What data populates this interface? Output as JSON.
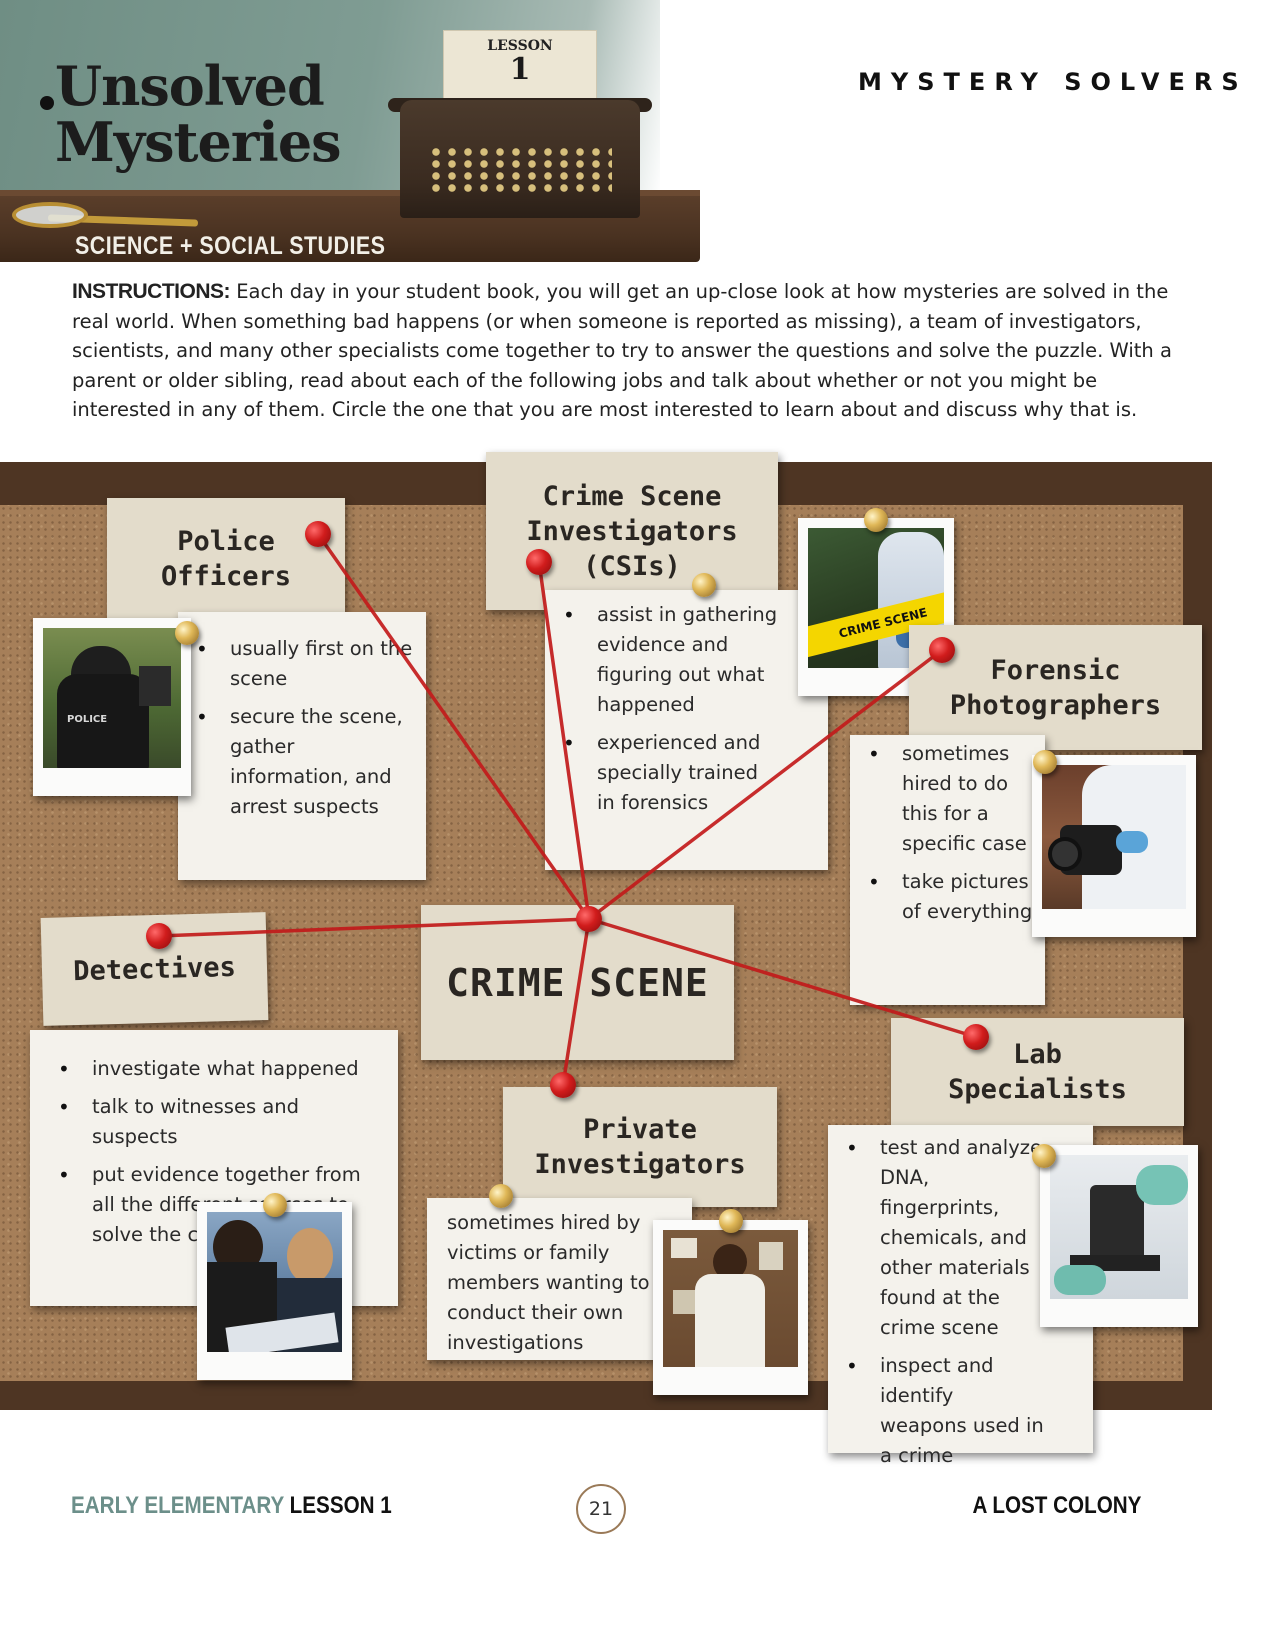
{
  "header": {
    "title_line1": "Unsolved",
    "title_line2": "Mysteries",
    "lesson_label": "LESSON",
    "lesson_number": "1",
    "subject": "SCIENCE + SOCIAL STUDIES",
    "brand": "MYSTERY SOLVERS"
  },
  "instructions": {
    "label": "INSTRUCTIONS:",
    "text": " Each day in your student book, you will get an up-close look at how mysteries are solved in the real world. When something bad happens (or when someone is reported as missing), a team of investigators, scientists, and many other specialists come together to try to answer the questions and solve the puzzle. With a parent or older sibling, read about each of the following jobs and talk about whether or not you might be interested in any of them. Circle the one that you are most interested to learn about and discuss why that is."
  },
  "board": {
    "center": "CRIME SCENE",
    "police": {
      "title_1": "Police",
      "title_2": "Officers",
      "items": [
        "usually first on the scene",
        "secure the scene, gather information, and arrest suspects"
      ]
    },
    "csi": {
      "title_1": "Crime Scene",
      "title_2": "Investigators",
      "title_3": "(CSIs)",
      "items": [
        "assist in gathering evidence and figuring out what happened",
        "experienced and specially trained in forensics"
      ]
    },
    "forensic": {
      "title_1": "Forensic",
      "title_2": "Photographers",
      "items": [
        "sometimes hired to do this for a specific case",
        "take pictures of everything"
      ]
    },
    "detectives": {
      "title": "Detectives",
      "items": [
        "investigate what happened",
        "talk to witnesses and suspects",
        "put evidence together from all the different sources to solve the crime"
      ]
    },
    "private": {
      "title_1": "Private",
      "title_2": "Investigators",
      "text": "sometimes hired by victims or family members wanting to conduct their own investigations"
    },
    "lab": {
      "title_1": "Lab",
      "title_2": "Specialists",
      "items": [
        "test and analyze DNA, fingerprints, chemicals, and other materials found at the crime scene",
        "inspect and identify weapons used in a crime"
      ]
    },
    "photo_police_badge": "POLICE",
    "photo_tape_text": "CRIME SCENE"
  },
  "footer": {
    "level": "EARLY ELEMENTARY",
    "lesson": " LESSON 1",
    "page": "21",
    "unit": "A LOST COLONY"
  },
  "colors": {
    "teal": "#6c8f8a",
    "string_red": "#c21b1b",
    "cork": "#a67f59",
    "frame": "#4e3523"
  }
}
